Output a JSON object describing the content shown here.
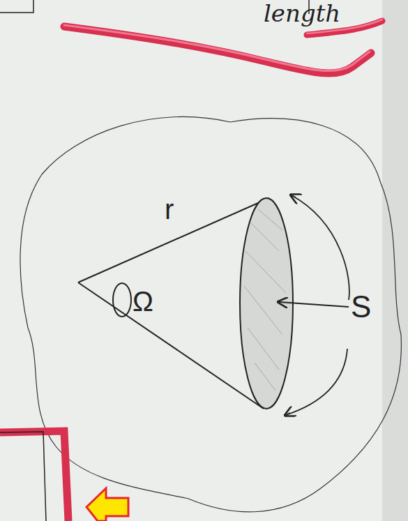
{
  "diagram": {
    "labels": [
      "length",
      "r",
      "Ω",
      "S"
    ]
  }
}
